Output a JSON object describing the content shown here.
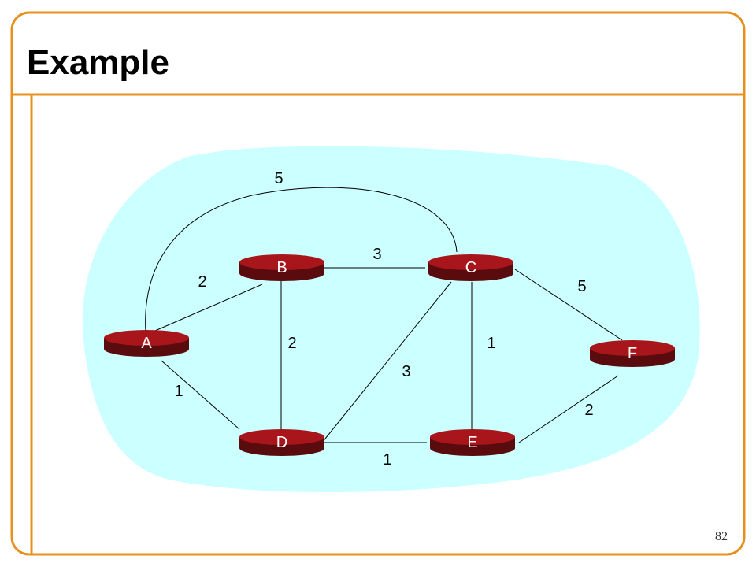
{
  "slide": {
    "title": "Example",
    "page_number": "82"
  },
  "colors": {
    "frame": "#E8901E",
    "cloud": "#CCFFFF",
    "router_fill": "#A8161B",
    "router_dark": "#5A0B0E",
    "link": "#000000"
  },
  "nodes": [
    {
      "id": "A",
      "label": "A"
    },
    {
      "id": "B",
      "label": "B"
    },
    {
      "id": "C",
      "label": "C"
    },
    {
      "id": "D",
      "label": "D"
    },
    {
      "id": "E",
      "label": "E"
    },
    {
      "id": "F",
      "label": "F"
    }
  ],
  "edges": [
    {
      "from": "A",
      "to": "B",
      "cost": "2"
    },
    {
      "from": "A",
      "to": "D",
      "cost": "1"
    },
    {
      "from": "A",
      "to": "C",
      "cost": "5"
    },
    {
      "from": "B",
      "to": "C",
      "cost": "3"
    },
    {
      "from": "B",
      "to": "D",
      "cost": "2"
    },
    {
      "from": "C",
      "to": "D",
      "cost": "3"
    },
    {
      "from": "C",
      "to": "E",
      "cost": "1"
    },
    {
      "from": "C",
      "to": "F",
      "cost": "5"
    },
    {
      "from": "D",
      "to": "E",
      "cost": "1"
    },
    {
      "from": "E",
      "to": "F",
      "cost": "2"
    }
  ]
}
